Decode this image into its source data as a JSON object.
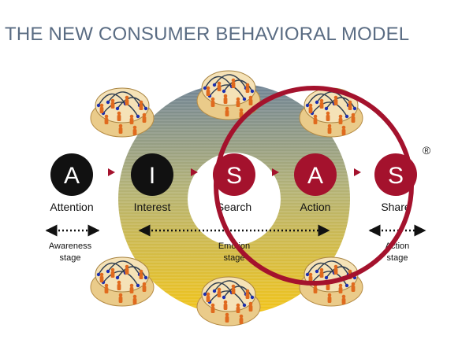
{
  "title": "THE NEW CONSUMER BEHAVIORAL MODEL",
  "steps": [
    {
      "letter": "A",
      "label": "Attention",
      "color": "#111111"
    },
    {
      "letter": "I",
      "label": "Interest",
      "color": "#111111"
    },
    {
      "letter": "S",
      "label": "Search",
      "color": "#a4122d"
    },
    {
      "letter": "A",
      "label": "Action",
      "color": "#a4122d"
    },
    {
      "letter": "S",
      "label": "Share",
      "color": "#a4122d"
    }
  ],
  "stages": {
    "awareness": {
      "line1": "Awareness",
      "line2": "stage"
    },
    "emotion": {
      "line1": "Emotion",
      "line2": "stage"
    },
    "action": {
      "line1": "Action",
      "line2": "stage"
    }
  },
  "registered_mark": "®",
  "colors": {
    "title": "#5a6c83",
    "ring_top": "#6f8395",
    "ring_bottom": "#f2c418",
    "red": "#a4122d",
    "arrow": "#a4122d",
    "person": "#e06a1e",
    "node": "#1b2fb0"
  }
}
